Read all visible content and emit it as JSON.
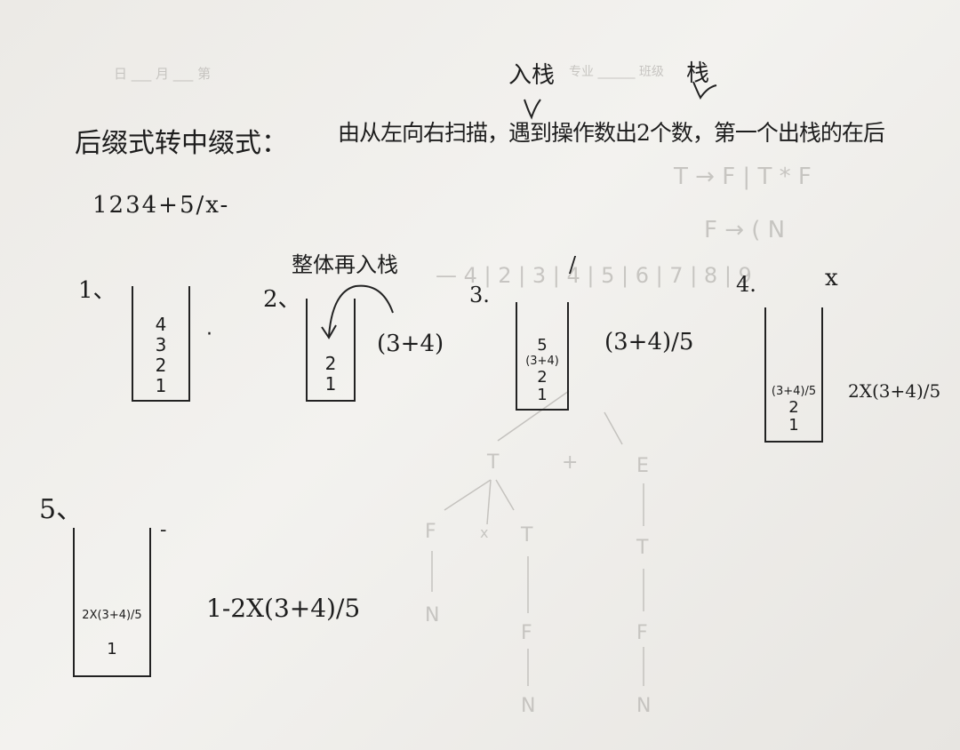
{
  "ghost": {
    "header_date": "日 ___ 月 ___ 第",
    "header_mid": "专业 ______ 班级",
    "rule1": "T → F | T * F",
    "rule2": "F → ( N",
    "rule3": "— 4 | 2 | 3 | 4 | 5 | 6 | 7 | 8 | 9",
    "tree_left": [
      "T",
      "F",
      "N"
    ],
    "tree_mid": [
      "x",
      "T",
      "F",
      "N"
    ],
    "tree_right": [
      "E",
      "T",
      "F",
      "N"
    ],
    "plus": "+"
  },
  "title": {
    "main": "后缀式转中缀式：",
    "desc": "由从左向右扫描，遇到操作数出2个数，第一个出栈的在后",
    "insert_above_1": "入栈",
    "insert_above_2": "栈"
  },
  "expression": "1234+5/x-",
  "steps": [
    {
      "num": "1、",
      "stack": [
        "4",
        "3",
        "2",
        "1"
      ],
      "dot": "·"
    },
    {
      "num": "2、",
      "note": "整体再入栈",
      "stack": [
        "2",
        "1"
      ],
      "result": "(3+4)"
    },
    {
      "num": "3.",
      "operator": "/",
      "stack": [
        "5",
        "(3+4)",
        "2",
        "1"
      ],
      "result": "(3+4)/5"
    },
    {
      "num": "4.",
      "operator": "x",
      "stack": [
        "(3+4)/5",
        "2",
        "1"
      ],
      "result": "2X(3+4)/5"
    },
    {
      "num": "5、",
      "operator": "-",
      "stack": [
        "2X(3+4)/5",
        "1"
      ],
      "result": "1-2X(3+4)/5"
    }
  ]
}
